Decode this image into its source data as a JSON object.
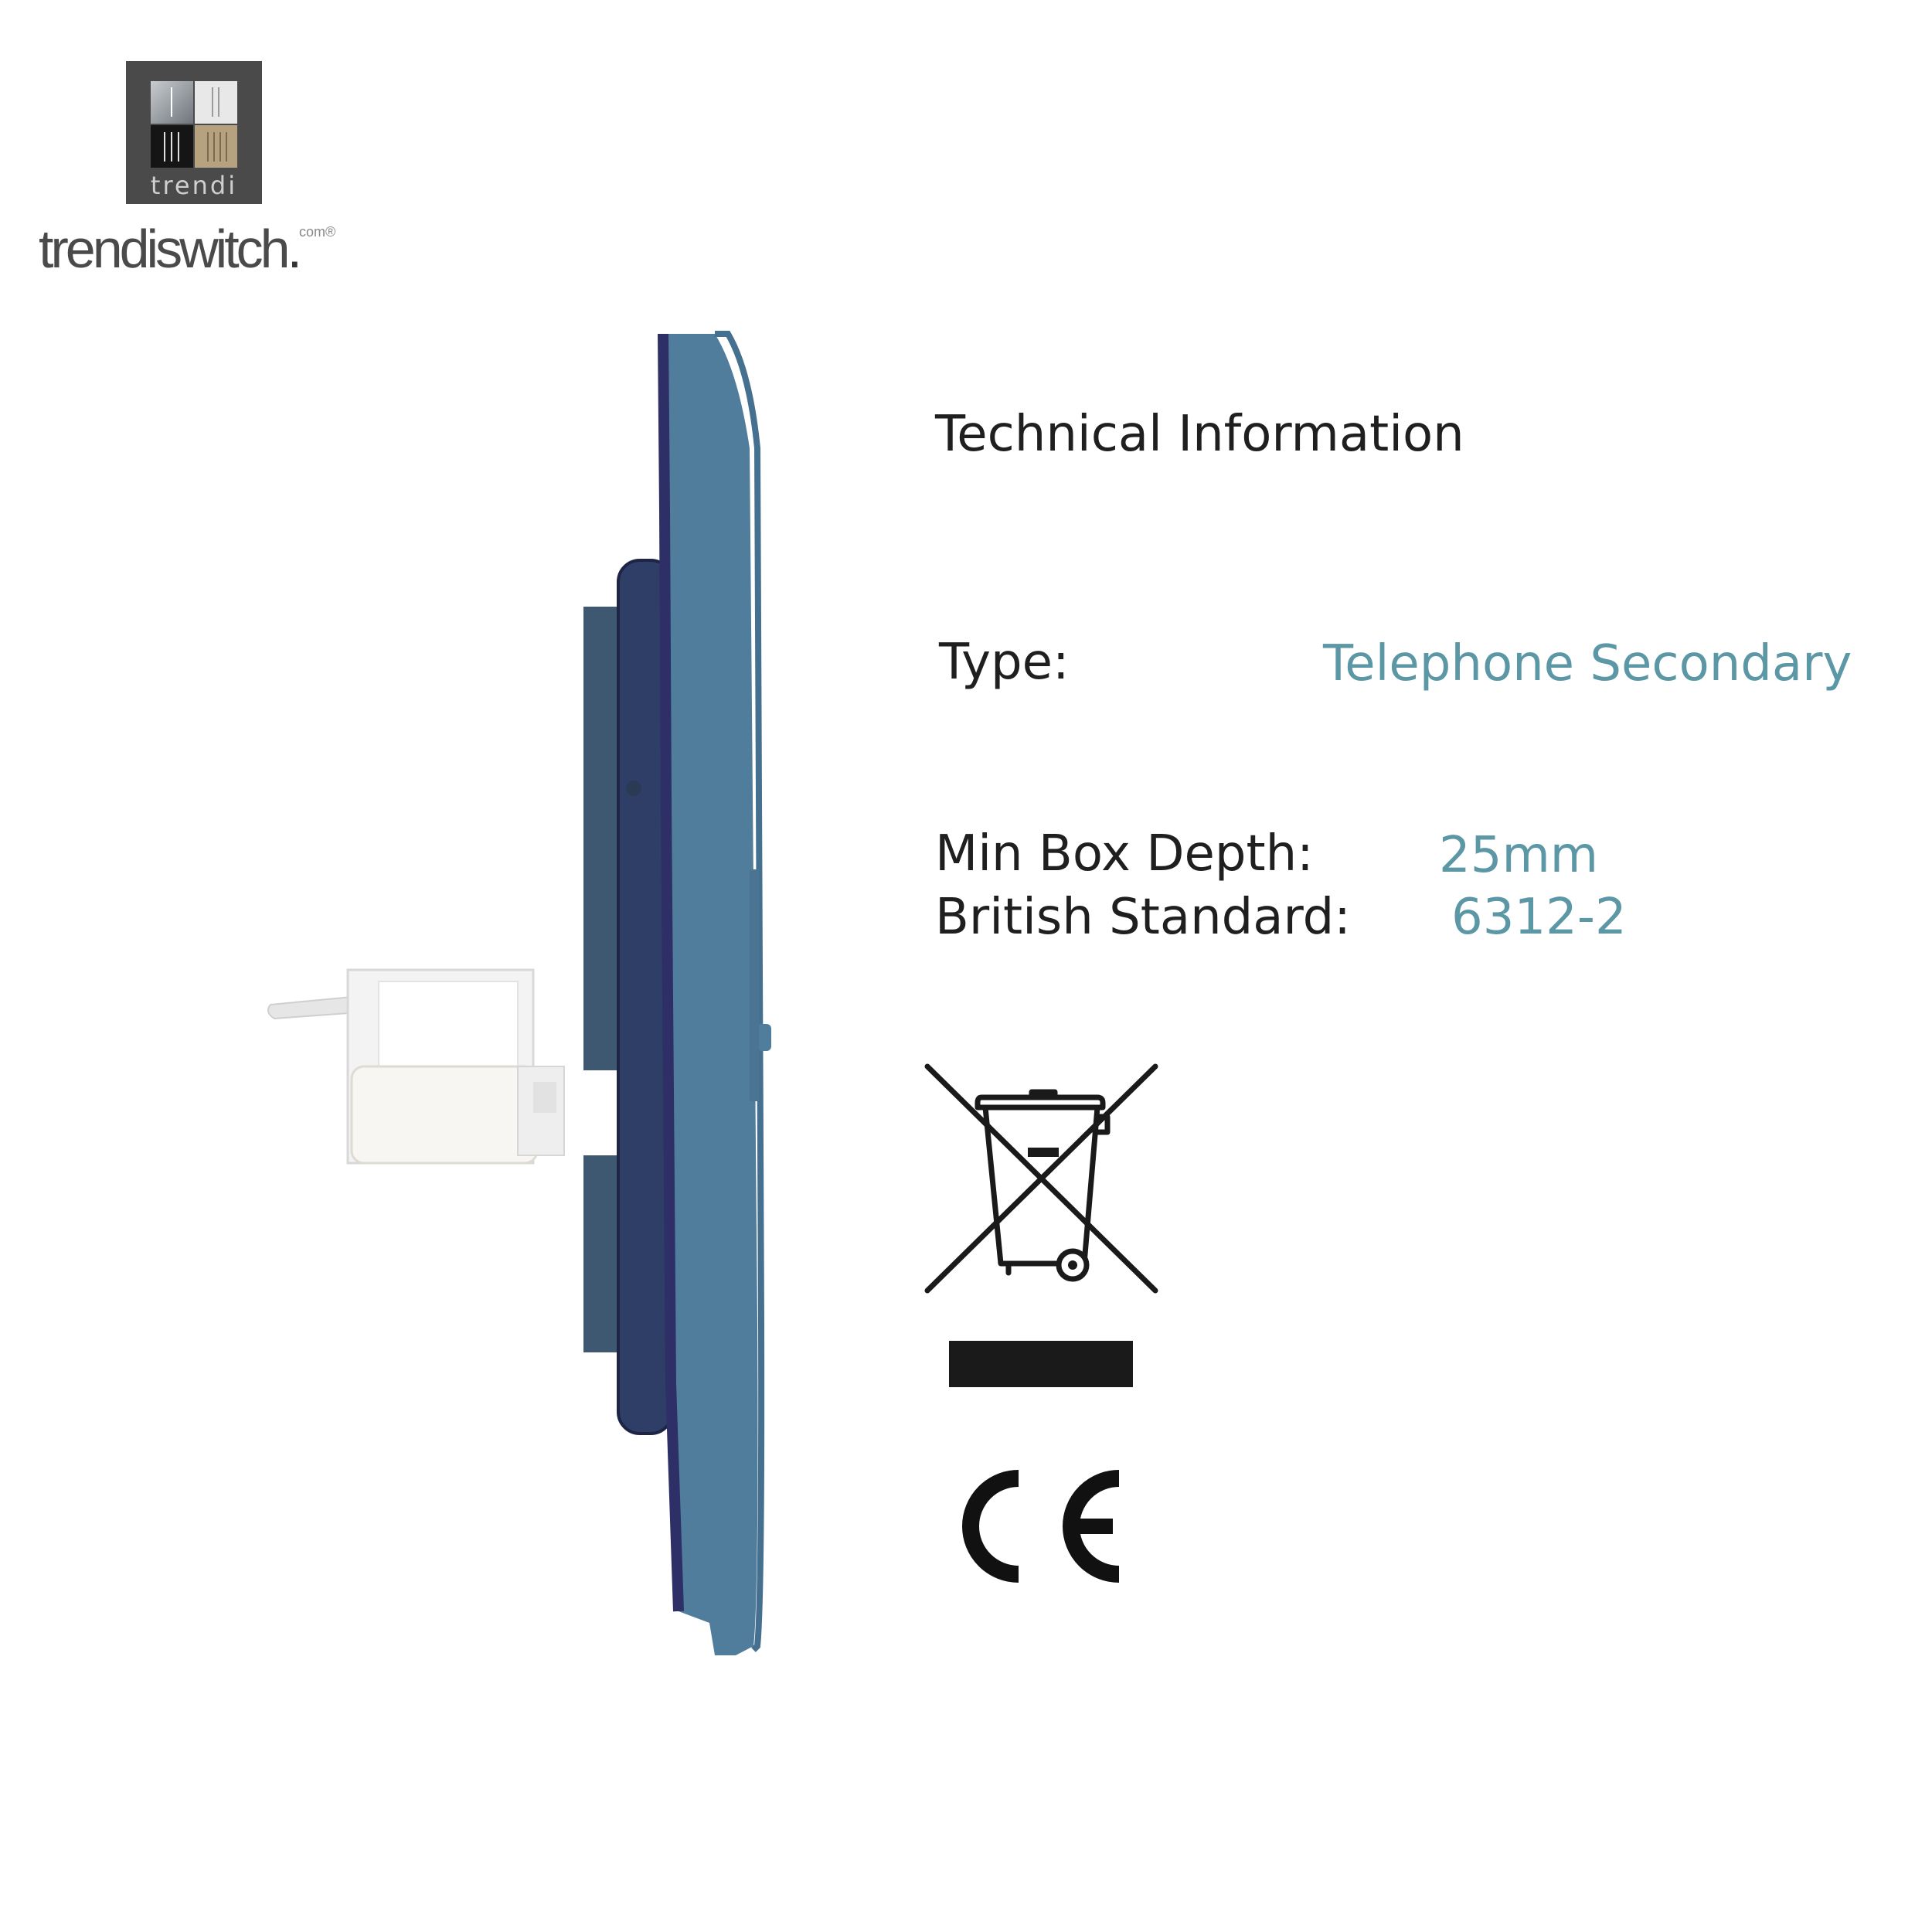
{
  "brand": {
    "logo_text": "trendi",
    "wordmark": "trendiswitch",
    "wordmark_dot": ".",
    "wordmark_suffix": "com®"
  },
  "technical": {
    "title": "Technical Information",
    "specs": [
      {
        "label": "Type:",
        "value": "Telephone Secondary"
      },
      {
        "label": "Min Box Depth:",
        "value": "25mm"
      },
      {
        "label": "British Standard:",
        "value": "6312-2"
      }
    ]
  },
  "colors": {
    "faceplate": "#517d9c",
    "backbox": "#3f5872",
    "value_text": "#5c97a6",
    "label_text": "#1f1f1f",
    "logo_bg": "#4a4a4a"
  },
  "icons": [
    "weee-crossed-bin-icon",
    "ce-mark-icon"
  ]
}
